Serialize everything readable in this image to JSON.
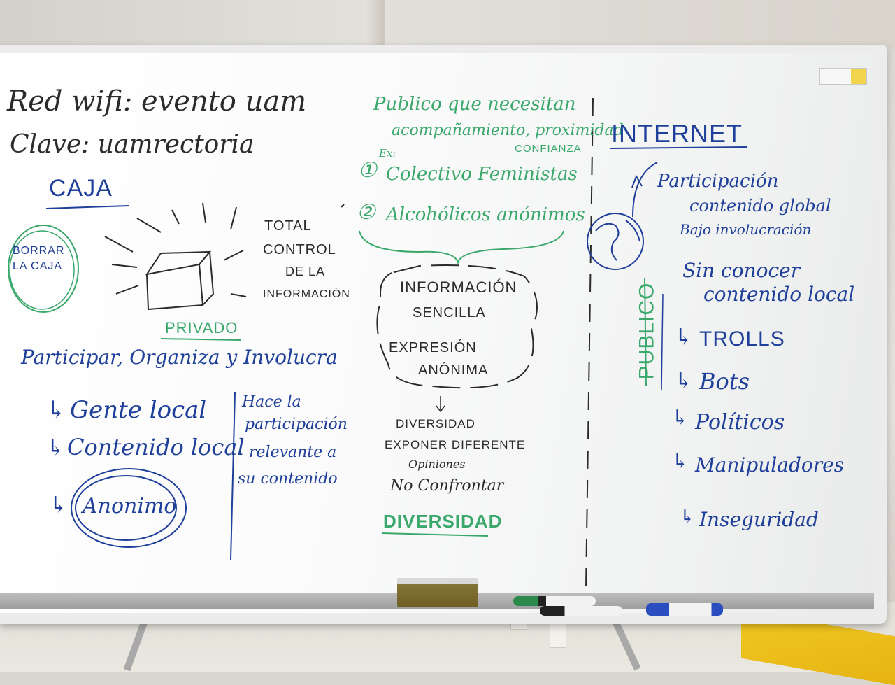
{
  "board": {
    "top_left": {
      "line1": "Red wifi: evento uam",
      "line2": "Clave: uamrectoria"
    },
    "left": {
      "caja_title": "CAJA",
      "borrar": "BORRAR LA CAJA",
      "total_control": [
        "TOTAL",
        "CONTROL",
        "DE LA",
        "INFORMACIÓN"
      ],
      "privado": "PRIVADO",
      "participa": "Participar, Organiza y Involucra",
      "gente_local": "Gente local",
      "contenido_local": "Contenido local",
      "anonimo": "Anonimo",
      "hace": [
        "Hace la",
        "participación",
        "relevante a",
        "su contenido"
      ]
    },
    "middle": {
      "publico_line1": "Publico que necesitan",
      "publico_line2": "acompañamiento, proximidad",
      "confianza": "CONFIANZA",
      "ex": "Ex:",
      "item1": "Colectivo Feministas",
      "item2": "Alcohólicos anónimos",
      "informacion": [
        "INFORMACIÓN",
        "SENCILLA"
      ],
      "expresion": [
        "EXPRESIÓN",
        "ANÓNIMA"
      ],
      "diversidad_small": "DIVERSIDAD",
      "exponer": "EXPONER DIFERENTE",
      "opiniones": "Opiniones",
      "no_confrontar": "No Confrontar",
      "diversidad_big": "DIVERSIDAD"
    },
    "right": {
      "internet": "INTERNET",
      "participacion": "Participación",
      "contenido_global": "contenido global",
      "bajo": "Bajo involucración",
      "publico_vertical": "PUBLICO",
      "sin_conocer": "Sin conocer",
      "contenido_local": "contenido local",
      "trolls": "TROLLS",
      "bots": "Bots",
      "politicos": "Políticos",
      "manipuladores": "Manipuladores",
      "inseguridad": "Inseguridad"
    }
  },
  "colors": {
    "black_ink": "#2b2b2b",
    "green_ink": "#3aa86b",
    "blue_ink": "#1e3f9a",
    "board": "#ffffff",
    "eraser": "#7a6a2e",
    "stand": "#f0c824"
  }
}
